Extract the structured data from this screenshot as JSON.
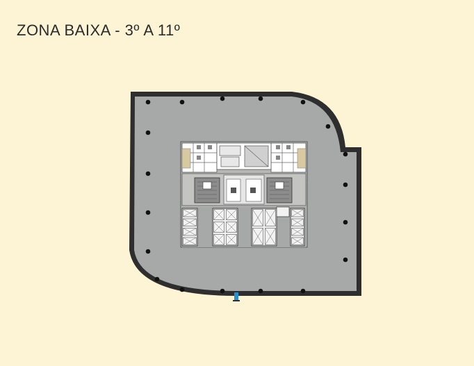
{
  "title": "ZONA BAIXA - 3º A 11º",
  "colors": {
    "background": "#fcf4d4",
    "floor": "#a6a9a8",
    "outer_wall": "#2e2e2e",
    "core": "#ffffff",
    "core_line": "#555555",
    "column": "#111111",
    "stair_fill": "#8c8c8c",
    "elevator_fill": "#f2f2f2",
    "shaft_fill": "#d9c9a0",
    "door_accent": "#2a8fd0"
  },
  "icons": {
    "column": "filled-circle",
    "elevator": "crossed-square",
    "stair": "hatched-rect"
  }
}
